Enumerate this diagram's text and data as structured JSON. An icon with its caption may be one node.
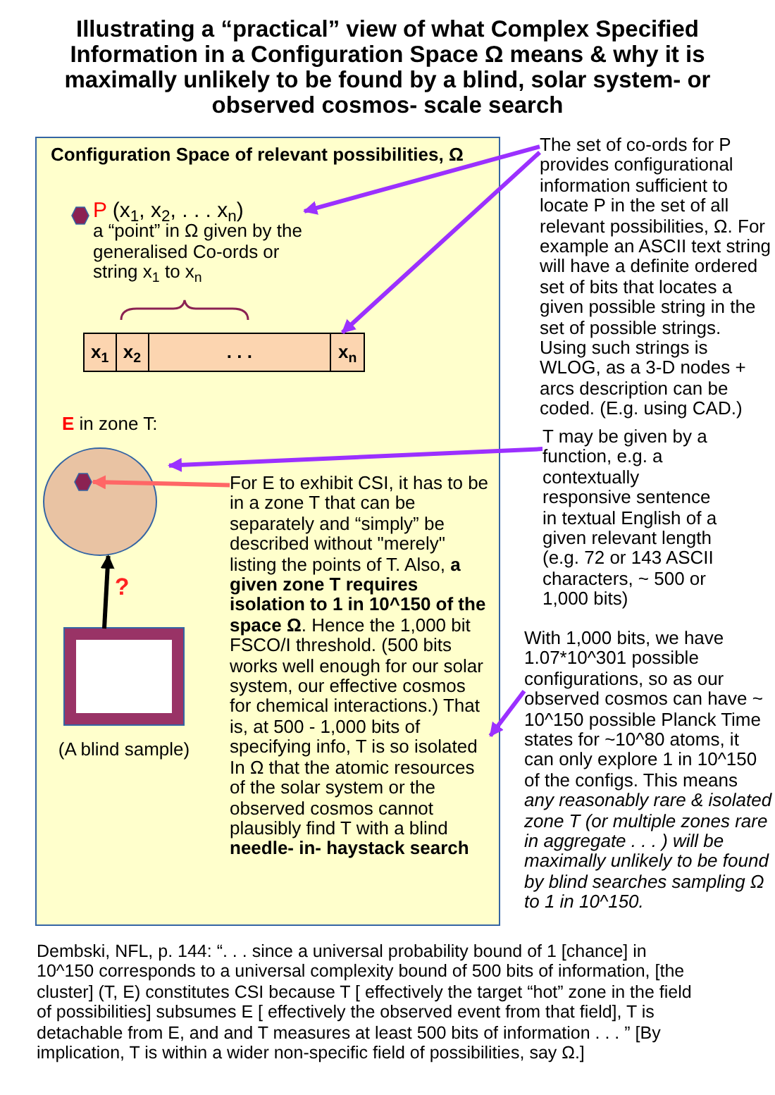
{
  "diagram": {
    "title": "Illustrating a “practical” view of what Complex Specified Information in a Configuration Space Ω means & why it is maximally unlikely to be found by a blind, solar system- or observed cosmos- scale search",
    "caption": "Dembski, NFL, p. 144: “. . . since a universal probability bound of 1 [chance] in 10^150 corresponds to a universal complexity bound of 500 bits of information, [the cluster] (T, E) constitutes CSI because T [ effectively the target “hot” zone in the field of possibilities] subsumes E [ effectively the observed event from that field], T is detachable from E, and and T measures at least 500 bits of information . . . ” [By implication, T is within a wider non-specific field of possibilities, say Ω.]",
    "nodes": [
      {
        "text": [
          "Configuration Space of relevant possibilities, Ω"
        ]
      },
      {
        "text": [
          "P",
          "(x$_{1}$, x$_{2}$, . . . x$_{n}$)",
          "a “point” in Ω given by the generalised Co-ords or string x$_{1}$ to x$_{n}$"
        ],
        "in": 0
      },
      {
        "text": [
          "x$_{1}$",
          "x$_{2}$",
          ". . .",
          "x$_{n}$"
        ],
        "in": 0
      },
      {
        "text": [
          "E",
          "in zone T:"
        ],
        "in": 0
      },
      {
        "text": [],
        "shape": "hexagon",
        "in": 3
      },
      {
        "text": [],
        "shape": "box",
        "in": 0,
        "beside": [
          "(A blind sample)"
        ]
      },
      {
        "text": [
          "For E to exhibit CSI, it has to be in a zone T that can be separately and “simply” be described without \"merely\" listing the points of T. Also, **a given zone T requires isolation to 1 in 10^150 of the space Ω**. Hence the 1,000 bit FSCO/I threshold. (500 bits works well enough for our solar system, our effective cosmos for chemical interactions.) That is, at 500 - 1,000 bits of specifying info, T is so isolated In Ω that the atomic resources of the solar system or the observed cosmos cannot plausibly find T with a blind **needle- in- haystack search**"
        ],
        "in": 0
      },
      {
        "text": [
          "The set of co-ords for P provides configurational information sufficient to locate P in the set of all relevant possibilities, Ω. For example an ASCII text string will have a definite ordered set of bits that locates a given possible string in the set of possible strings. Using such strings is WLOG, as a 3-D nodes + arcs description can be coded. (E.g. using CAD.)"
        ]
      },
      {
        "text": [
          "T may be given by a function, e.g. a contextually responsive sentence in textual English of a given relevant length (e.g. 72 or 143 ASCII characters, ~ 500 or 1,000 bits)"
        ]
      },
      {
        "text": [
          "With 1,000 bits, we have 1.07*10^301 possible configurations, so as our observed cosmos can have ~ 10^150 possible Planck Time states for ~10^80 atoms, it can only explore 1 in 10^150 of the configs. This means *any reasonably rare & isolated zone T (or multiple zones rare in aggregate . . . ) will be maximally unlikely to be found by blind searches sampling Ω to 1 in 10^150.*"
        ]
      }
    ],
    "edges": [
      {
        "from": 7,
        "to": 1,
        "arrow": "to"
      },
      {
        "from": 7,
        "to": 2,
        "arrow": "to"
      },
      {
        "from": 8,
        "to": 3,
        "arrow": "to"
      },
      {
        "from": 9,
        "to": 6,
        "arrow": "to"
      },
      {
        "from": 6,
        "to": 4,
        "arrow": "to",
        "color": "#ff6666"
      },
      {
        "from": 5,
        "to": 3,
        "arrow": "to",
        "color": "#000000",
        "label": "?"
      }
    ]
  }
}
